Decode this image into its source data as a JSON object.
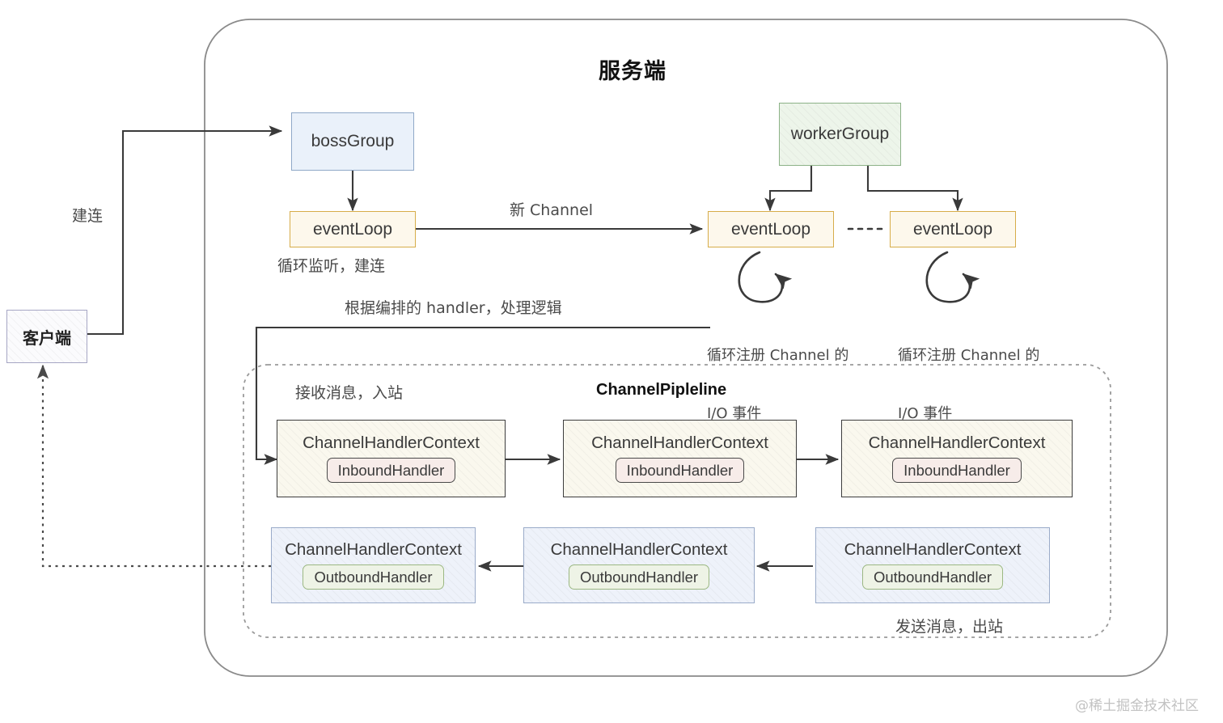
{
  "diagram": {
    "title": "服务端",
    "watermark": "@稀土掘金技术社区"
  },
  "client": {
    "label": "客户端"
  },
  "edge_labels": {
    "connect": "建连",
    "new_channel": "新 Channel",
    "boss_loop_note": "循环监听，建连",
    "handler_logic": "根据编排的 handler，处理逻辑",
    "worker_note_1_line1": "循环注册 Channel 的",
    "worker_note_1_line2": "I/O 事件",
    "worker_note_2_line1": "循环注册 Channel 的",
    "worker_note_2_line2": "I/O 事件",
    "inbound_note": "接收消息，入站",
    "outbound_note": "发送消息，出站",
    "ellipsis": "····"
  },
  "groups": {
    "boss": {
      "label": "bossGroup"
    },
    "worker": {
      "label": "workerGroup"
    },
    "boss_event_loop": {
      "label": "eventLoop"
    },
    "worker_event_loop_1": {
      "label": "eventLoop"
    },
    "worker_event_loop_2": {
      "label": "eventLoop"
    }
  },
  "pipeline": {
    "title": "ChannelPipleline",
    "inbound": [
      {
        "context": "ChannelHandlerContext",
        "handler": "InboundHandler"
      },
      {
        "context": "ChannelHandlerContext",
        "handler": "InboundHandler"
      },
      {
        "context": "ChannelHandlerContext",
        "handler": "InboundHandler"
      }
    ],
    "outbound": [
      {
        "context": "ChannelHandlerContext",
        "handler": "OutboundHandler"
      },
      {
        "context": "ChannelHandlerContext",
        "handler": "OutboundHandler"
      },
      {
        "context": "ChannelHandlerContext",
        "handler": "OutboundHandler"
      }
    ]
  },
  "colors": {
    "boss_fill": "#eaf1fa",
    "worker_fill": "#edf5ea",
    "eventloop_fill": "#fdf8ec",
    "inbound_ctx_fill": "#faf8ee",
    "inbound_pill_fill": "#f7ece9",
    "outbound_ctx_fill": "#eef2fa",
    "outbound_pill_fill": "#eef3e6",
    "stroke": "#3d3d3d"
  }
}
